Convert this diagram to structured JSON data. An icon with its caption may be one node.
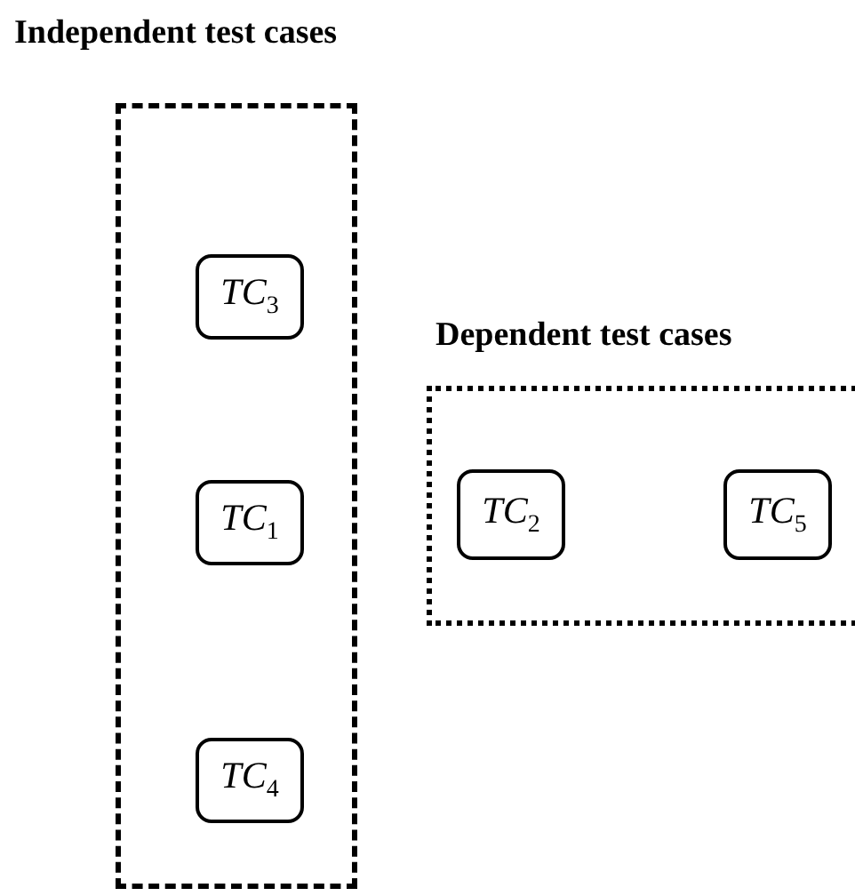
{
  "diagram": {
    "nodes": [
      {
        "text": [
          "Independent test cases"
        ]
      },
      {
        "text": [
          "*TC*$_{3}$"
        ],
        "in": 0
      },
      {
        "text": [
          "*TC*$_{1}$"
        ],
        "in": 0
      },
      {
        "text": [
          "*TC*$_{4}$"
        ],
        "in": 0
      },
      {
        "text": [
          "Dependent test cases"
        ]
      },
      {
        "text": [
          "*TC*$_{2}$"
        ],
        "in": 4
      },
      {
        "text": [
          "*TC*$_{5}$"
        ],
        "in": 4
      }
    ]
  }
}
